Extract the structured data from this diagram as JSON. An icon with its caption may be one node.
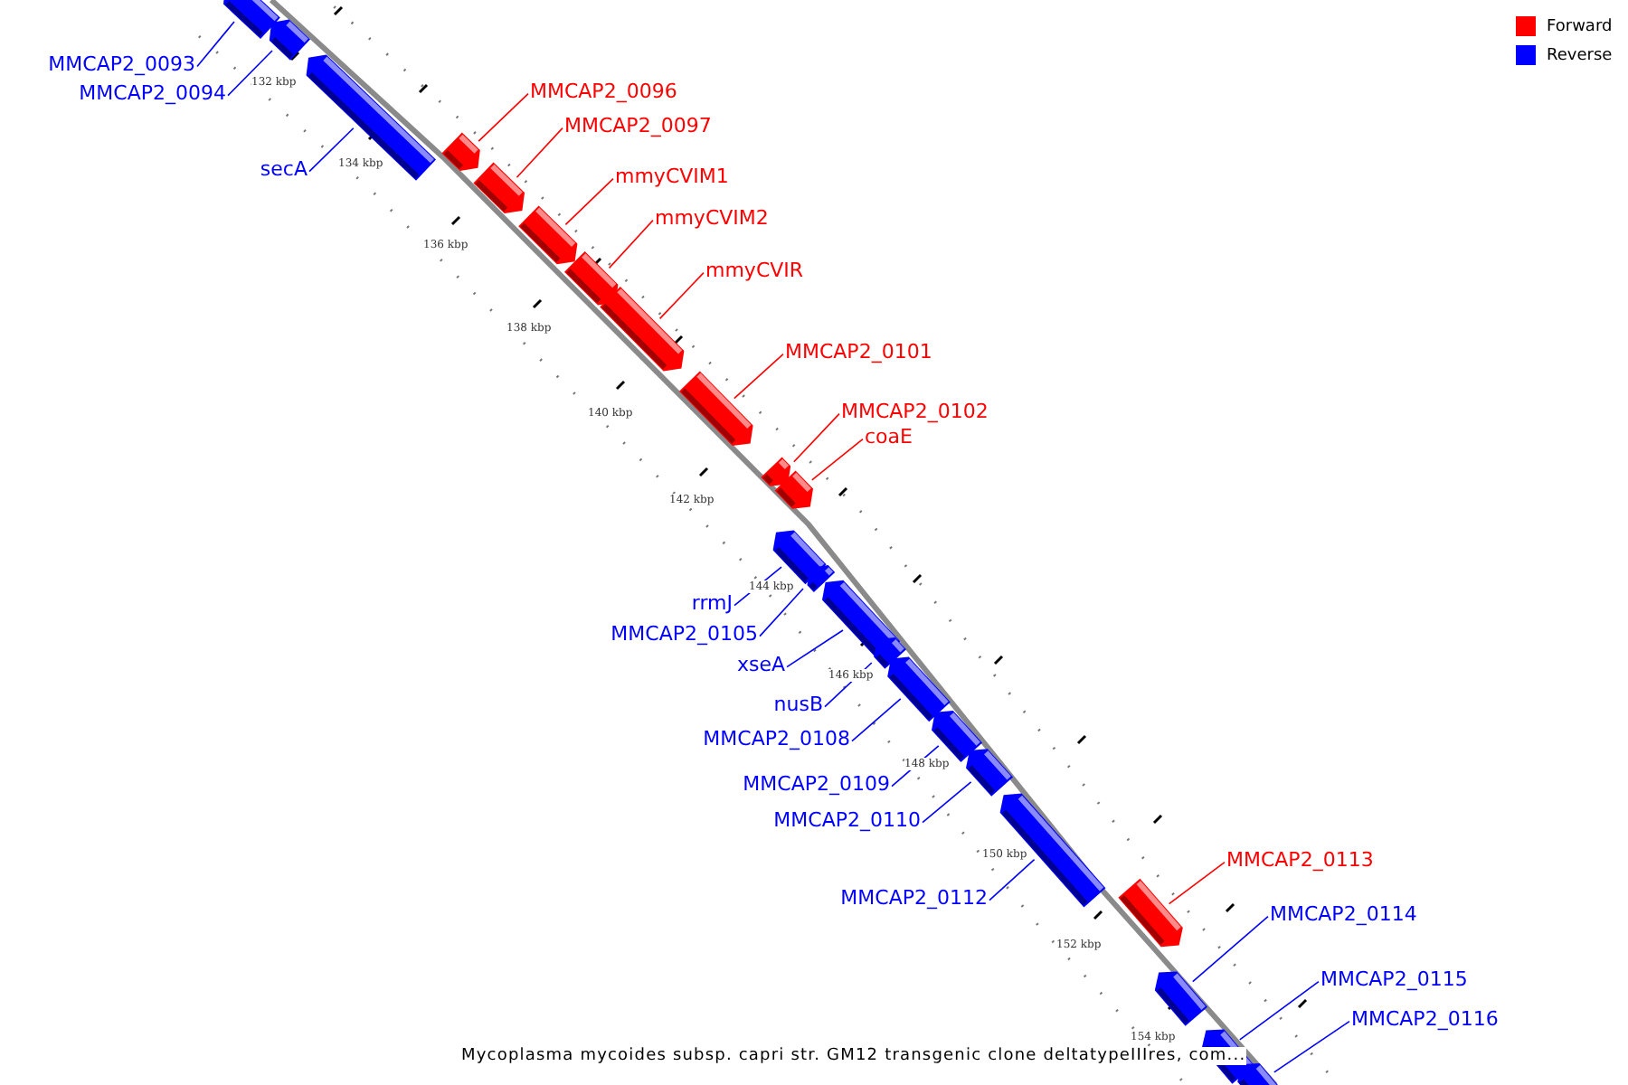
{
  "diagram": {
    "caption": "Mycoplasma mycoides subsp. capri str. GM12 transgenic clone deltatypeIIIres, com...",
    "nodes": [
      {
        "text": [
          "MMCAP2_0093"
        ]
      },
      {
        "text": [],
        "shape": "bar"
      },
      {
        "text": [
          "MMCAP2_0094"
        ]
      },
      {
        "text": [],
        "shape": "bar"
      },
      {
        "text": [
          "secA"
        ]
      },
      {
        "text": [],
        "shape": "bar"
      },
      {
        "text": [
          "MMCAP2_0096"
        ]
      },
      {
        "text": [],
        "shape": "bar"
      },
      {
        "text": [
          "MMCAP2_0097"
        ]
      },
      {
        "text": [],
        "shape": "bar"
      },
      {
        "text": [
          "mmyCVIM1"
        ]
      },
      {
        "text": [],
        "shape": "bar"
      },
      {
        "text": [
          "mmyCVIM2"
        ]
      },
      {
        "text": [],
        "shape": "bar"
      },
      {
        "text": [
          "mmyCVIR"
        ]
      },
      {
        "text": [],
        "shape": "bar"
      },
      {
        "text": [
          "MMCAP2_0101"
        ]
      },
      {
        "text": [],
        "shape": "bar"
      },
      {
        "text": [
          "MMCAP2_0102"
        ]
      },
      {
        "text": [],
        "shape": "bar"
      },
      {
        "text": [
          "coaE"
        ]
      },
      {
        "text": [],
        "shape": "bar"
      },
      {
        "text": [
          "rrmJ"
        ]
      },
      {
        "text": [],
        "shape": "bar"
      },
      {
        "text": [
          "MMCAP2_0105"
        ]
      },
      {
        "text": [],
        "shape": "bar"
      },
      {
        "text": [
          "xseA"
        ]
      },
      {
        "text": [],
        "shape": "bar"
      },
      {
        "text": [
          "nusB"
        ]
      },
      {
        "text": [],
        "shape": "bar"
      },
      {
        "text": [
          "MMCAP2_0108"
        ]
      },
      {
        "text": [],
        "shape": "bar"
      },
      {
        "text": [
          "MMCAP2_0109"
        ]
      },
      {
        "text": [],
        "shape": "bar"
      },
      {
        "text": [
          "MMCAP2_0110"
        ]
      },
      {
        "text": [],
        "shape": "bar"
      },
      {
        "text": [
          "MMCAP2_0112"
        ]
      },
      {
        "text": [],
        "shape": "bar"
      },
      {
        "text": [
          "MMCAP2_0113"
        ]
      },
      {
        "text": [],
        "shape": "bar"
      },
      {
        "text": [
          "MMCAP2_0114"
        ]
      },
      {
        "text": [],
        "shape": "bar"
      },
      {
        "text": [
          "MMCAP2_0115"
        ]
      },
      {
        "text": [],
        "shape": "bar"
      },
      {
        "text": [
          "MMCAP2_0116"
        ]
      },
      {
        "text": [],
        "shape": "bar"
      }
    ],
    "edges": [
      {
        "from": 0,
        "to": 1,
        "arrow": "none"
      },
      {
        "from": 2,
        "to": 3,
        "arrow": "none"
      },
      {
        "from": 4,
        "to": 5,
        "arrow": "none"
      },
      {
        "from": 6,
        "to": 7,
        "arrow": "none",
        "color": "#ff0000"
      },
      {
        "from": 8,
        "to": 9,
        "arrow": "none",
        "color": "#ff0000"
      },
      {
        "from": 10,
        "to": 11,
        "arrow": "none",
        "color": "#ff0000"
      },
      {
        "from": 12,
        "to": 13,
        "arrow": "none",
        "color": "#ff0000"
      },
      {
        "from": 14,
        "to": 15,
        "arrow": "none",
        "color": "#ff0000"
      },
      {
        "from": 16,
        "to": 17,
        "arrow": "none",
        "color": "#ff0000"
      },
      {
        "from": 18,
        "to": 19,
        "arrow": "none",
        "color": "#ff0000"
      },
      {
        "from": 20,
        "to": 21,
        "arrow": "none",
        "color": "#ff0000"
      },
      {
        "from": 22,
        "to": 23,
        "arrow": "none"
      },
      {
        "from": 24,
        "to": 25,
        "arrow": "none"
      },
      {
        "from": 26,
        "to": 27,
        "arrow": "none"
      },
      {
        "from": 28,
        "to": 29,
        "arrow": "none"
      },
      {
        "from": 30,
        "to": 31,
        "arrow": "none"
      },
      {
        "from": 32,
        "to": 33,
        "arrow": "none"
      },
      {
        "from": 34,
        "to": 35,
        "arrow": "none"
      },
      {
        "from": 36,
        "to": 37,
        "arrow": "none"
      },
      {
        "from": 38,
        "to": 39,
        "arrow": "none",
        "color": "#ff0000"
      },
      {
        "from": 40,
        "to": 41,
        "arrow": "none"
      },
      {
        "from": 42,
        "to": 43,
        "arrow": "none"
      },
      {
        "from": 44,
        "to": 45,
        "arrow": "none"
      }
    ],
    "labels": [
      "132 kbp",
      "134 kbp",
      "136 kbp",
      "138 kbp",
      "140 kbp",
      "142 kbp",
      "144 kbp",
      "146 kbp",
      "148 kbp",
      "150 kbp",
      "152 kbp",
      "154 kbp"
    ],
    "legend": [
      {
        "text": "Forward",
        "color": "#ff0000"
      },
      {
        "text": "Reverse",
        "color": "#0000ff"
      }
    ]
  }
}
